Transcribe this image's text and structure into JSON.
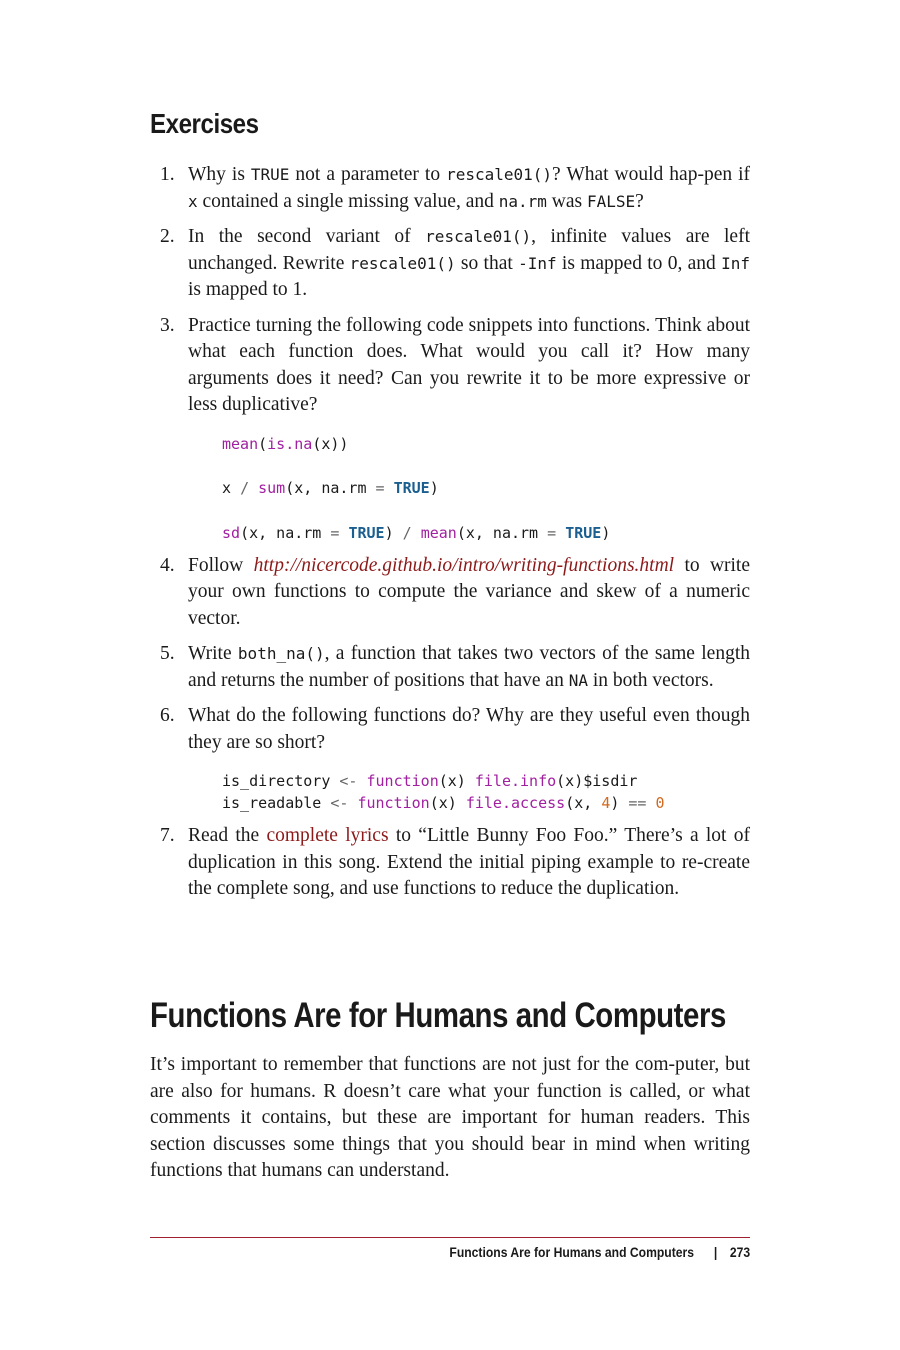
{
  "exercises": {
    "title": "Exercises",
    "items": [
      {
        "n": "1.",
        "parts": [
          "Why is ",
          "TRUE",
          " not a parameter to ",
          "rescale01()",
          "? What would hap-pen if ",
          "x",
          " contained a single missing value, and ",
          "na.rm",
          " was ",
          "FALSE",
          "?"
        ]
      },
      {
        "n": "2.",
        "parts": [
          "In the second variant of ",
          "rescale01()",
          ", infinite values are left unchanged. Rewrite ",
          "rescale01()",
          " so that ",
          "-Inf",
          " is mapped to 0, and ",
          "Inf",
          " is mapped to 1."
        ]
      },
      {
        "n": "3.",
        "text": "Practice turning the following code snippets into functions. Think about what each function does. What would you call it? How many arguments does it need? Can you rewrite it to be more expressive or less duplicative?",
        "code": [
          "mean(is.na(x))",
          "x / sum(x, na.rm = TRUE)",
          "sd(x, na.rm = TRUE) / mean(x, na.rm = TRUE)"
        ]
      },
      {
        "n": "4.",
        "before": "Follow ",
        "link": "http://nicercode.github.io/intro/writing-functions.html",
        "after": " to write your own functions to compute the variance and skew of a numeric vector."
      },
      {
        "n": "5.",
        "parts": [
          "Write ",
          "both_na()",
          ", a function that takes two vectors of the same length and returns the number of positions that have an ",
          "NA",
          " in both vectors."
        ]
      },
      {
        "n": "6.",
        "text": "What do the following functions do? Why are they useful even though they are so short?",
        "code": [
          "is_directory <- function(x) file.info(x)$isdir",
          "is_readable <- function(x) file.access(x, 4) == 0"
        ]
      },
      {
        "n": "7.",
        "before": "Read the ",
        "link": "complete lyrics",
        "after": " to “Little Bunny Foo Foo.” There’s a lot of duplication in this song. Extend the initial piping example to re-create the complete song, and use functions to reduce the duplication."
      }
    ]
  },
  "section": {
    "title": "Functions Are for Humans and Computers",
    "body": "It’s important to remember that functions are not just for the com-puter, but are also for humans. R doesn’t care what your function is called, or what comments it contains, but these are important for human readers. This section discusses some things that you should bear in mind when writing functions that humans can understand."
  },
  "footer": {
    "running_head": "Functions Are for Humans and Computers",
    "separator": "|",
    "page_number": "273"
  },
  "colors": {
    "link": "#8b1a1a",
    "rule": "#a02030",
    "code_function": "#a020a0",
    "code_keyword": "#1a5f8f",
    "code_number": "#d2691e"
  }
}
